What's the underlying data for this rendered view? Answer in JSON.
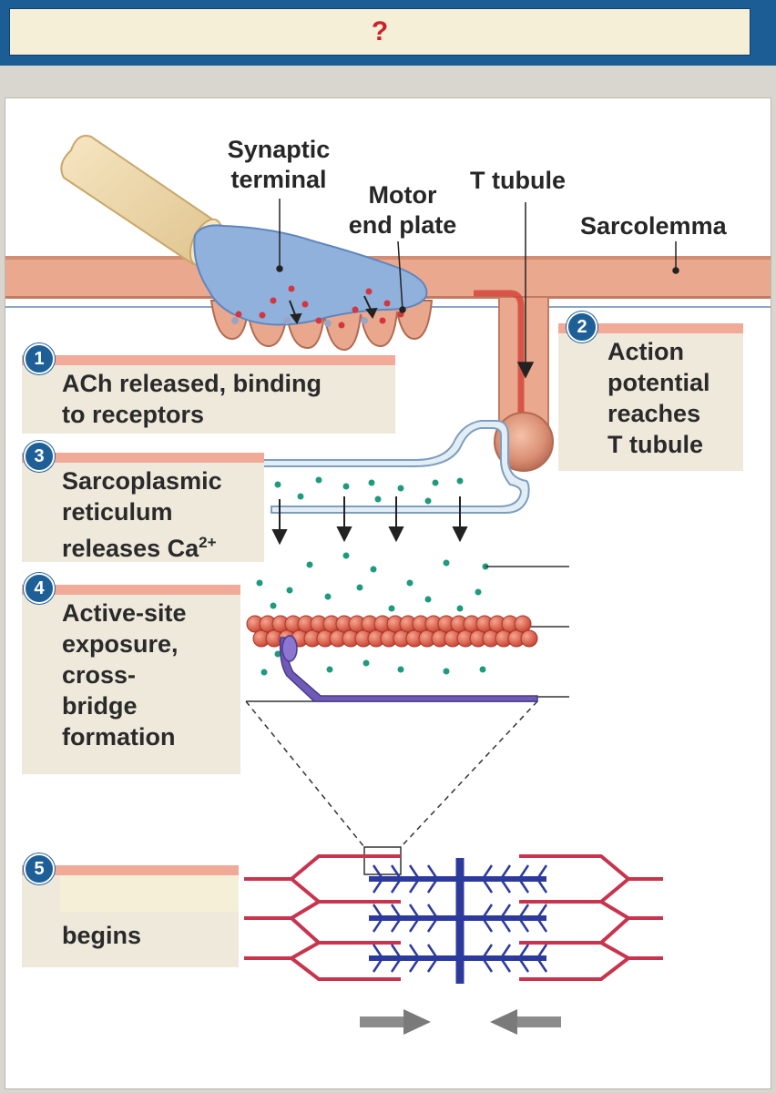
{
  "header": {
    "title": "?"
  },
  "labels": {
    "synaptic_terminal": [
      "Synaptic",
      "terminal"
    ],
    "motor_end_plate": [
      "Motor",
      "end plate"
    ],
    "t_tubule": "T tubule",
    "sarcolemma": "Sarcolemma"
  },
  "steps": [
    {
      "number": "1",
      "lines": [
        "ACh released, binding",
        "to receptors"
      ]
    },
    {
      "number": "2",
      "lines": [
        "Action",
        "potential",
        "reaches",
        "T tubule"
      ]
    },
    {
      "number": "3",
      "lines": [
        "Sarcoplasmic",
        "reticulum",
        "releases Ca"
      ],
      "superscript": "2+"
    },
    {
      "number": "4",
      "lines": [
        "Active-site",
        "exposure,",
        "cross-",
        "bridge",
        "formation"
      ]
    },
    {
      "number": "5",
      "lines": [
        "begins"
      ]
    }
  ],
  "colors": {
    "header_bar": "#1c5d96",
    "step_badge": "#1e5f98",
    "sarcolemma": "#e5a589",
    "synaptic_terminal": "#8fb1dc",
    "calcium": "#1f9a7f",
    "actin": "#d9533f",
    "thin_filament": "#c8334d",
    "thick_filament": "#2c3a9e"
  },
  "icons": [
    "arrow-right-icon",
    "arrow-left-icon"
  ]
}
